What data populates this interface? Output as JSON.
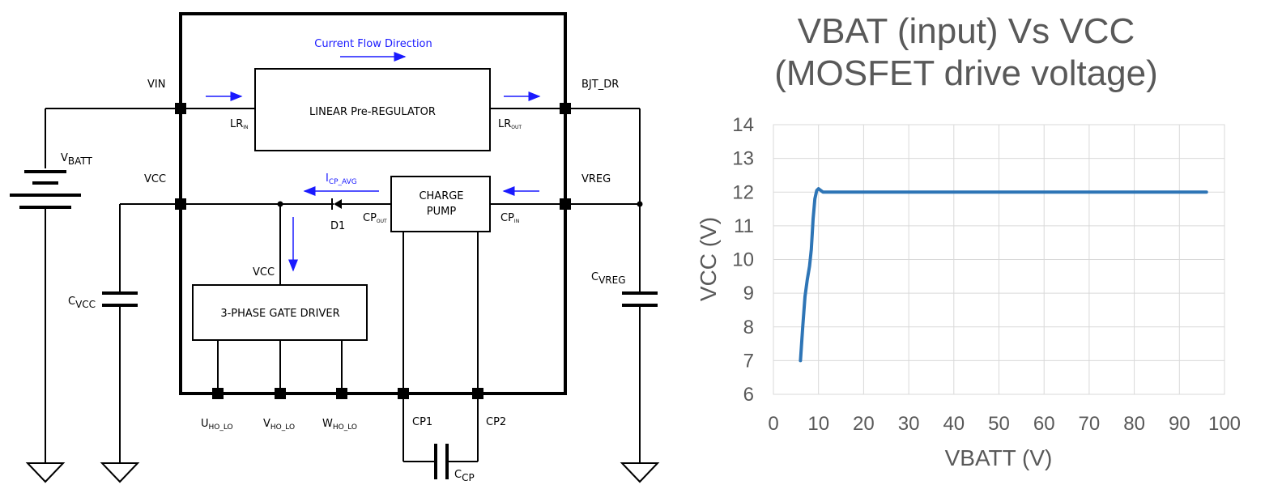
{
  "schematic": {
    "current_flow_label": "Current Flow Direction",
    "linear_regulator_label": "LINEAR Pre-REGULATOR",
    "charge_pump_label_1": "CHARGE",
    "charge_pump_label_2": "PUMP",
    "gate_driver_label": "3-PHASE GATE DRIVER",
    "pin_vin": "VIN",
    "pin_vcc": "VCC",
    "pin_bjt_dr": "BJT_DR",
    "pin_vreg": "VREG",
    "pin_gate_vcc": "VCC",
    "lr_in": {
      "main": "LR",
      "sub": "IN"
    },
    "lr_out": {
      "main": "LR",
      "sub": "OUT"
    },
    "cp_out": {
      "main": "CP",
      "sub": "OUT"
    },
    "cp_in": {
      "main": "CP",
      "sub": "IN"
    },
    "icp_avg": {
      "main": "I",
      "sub": "CP_AVG"
    },
    "diode_label": "D1",
    "vbatt": {
      "main": "V",
      "sub": "BATT"
    },
    "cvcc": {
      "main": "C",
      "sub": "VCC"
    },
    "cvreg": {
      "main": "C",
      "sub": "VREG"
    },
    "ccp": {
      "main": "C",
      "sub": "CP"
    },
    "u_out": {
      "main": "U",
      "sub": "HO_LO"
    },
    "v_out": {
      "main": "V",
      "sub": "HO_LO"
    },
    "w_out": {
      "main": "W",
      "sub": "HO_LO"
    },
    "pin_cp1": "CP1",
    "pin_cp2": "CP2"
  },
  "chart_data": {
    "type": "line",
    "title_line1": "VBAT (input) Vs VCC",
    "title_line2": "(MOSFET drive voltage)",
    "xlabel": "VBATT (V)",
    "ylabel": "VCC (V)",
    "xlim": [
      0,
      100
    ],
    "ylim": [
      6,
      14
    ],
    "xticks": [
      "0",
      "10",
      "20",
      "30",
      "40",
      "50",
      "60",
      "70",
      "80",
      "90",
      "100"
    ],
    "yticks": [
      "6",
      "7",
      "8",
      "9",
      "10",
      "11",
      "12",
      "13",
      "14"
    ],
    "grid": true,
    "color": "#2e75b6",
    "series": [
      {
        "x": [
          6,
          6.5,
          7,
          7.5,
          8,
          8.4,
          8.8,
          9.2,
          9.6,
          10,
          10.5,
          11,
          12,
          15,
          20,
          30,
          40,
          50,
          60,
          70,
          80,
          90,
          96
        ],
        "y": [
          7,
          8,
          8.9,
          9.4,
          9.8,
          10.3,
          11.2,
          11.8,
          12.05,
          12.1,
          12.05,
          12.0,
          12.0,
          12.0,
          12.0,
          12.0,
          12.0,
          12.0,
          12.0,
          12.0,
          12.0,
          12.0,
          12.0
        ]
      }
    ]
  }
}
